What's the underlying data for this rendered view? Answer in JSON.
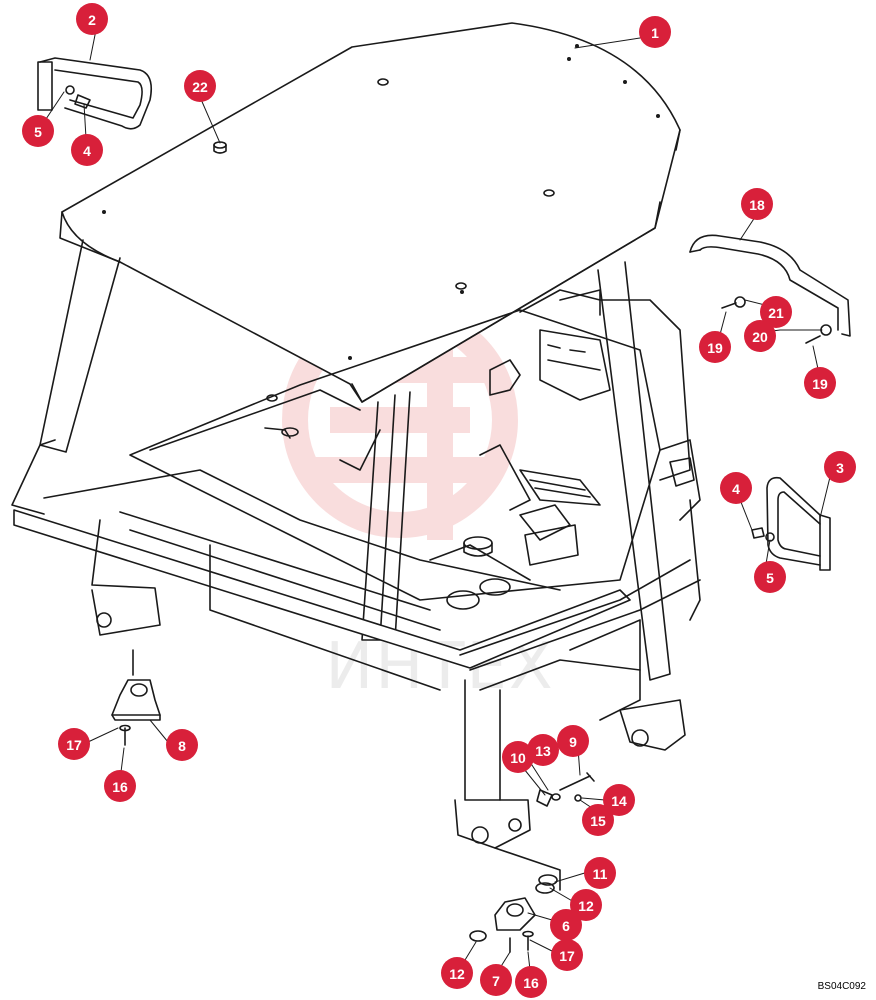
{
  "drawing": {
    "reference_code": "BS04C092",
    "watermark_text": "ИНТЕХ",
    "colors": {
      "callout": "#d8203a",
      "callout_text": "#ffffff",
      "line": "#1a1a1a",
      "watermark": "#e04848"
    }
  },
  "callouts": [
    {
      "number": "1",
      "part": "canopy-roof"
    },
    {
      "number": "2",
      "part": "grab-handle-top-left"
    },
    {
      "number": "3",
      "part": "grab-handle-right"
    },
    {
      "number": "4",
      "part": "bolt"
    },
    {
      "number": "5",
      "part": "washer"
    },
    {
      "number": "22",
      "part": "plug"
    },
    {
      "number": "18",
      "part": "grab-bar-rear"
    },
    {
      "number": "21",
      "part": "lock-washer"
    },
    {
      "number": "20",
      "part": "washer"
    },
    {
      "number": "19",
      "part": "bolt"
    },
    {
      "number": "19",
      "part": "bolt"
    },
    {
      "number": "4",
      "part": "bolt"
    },
    {
      "number": "5",
      "part": "washer"
    },
    {
      "number": "8",
      "part": "mount-bracket"
    },
    {
      "number": "17",
      "part": "washer"
    },
    {
      "number": "16",
      "part": "bolt"
    },
    {
      "number": "9",
      "part": "bolt"
    },
    {
      "number": "13",
      "part": "spacer"
    },
    {
      "number": "10",
      "part": "plate"
    },
    {
      "number": "14",
      "part": "washer"
    },
    {
      "number": "15",
      "part": "nut"
    },
    {
      "number": "11",
      "part": "isolator"
    },
    {
      "number": "12",
      "part": "isolator"
    },
    {
      "number": "6",
      "part": "mount-bracket"
    },
    {
      "number": "17",
      "part": "washer"
    },
    {
      "number": "12",
      "part": "isolator"
    },
    {
      "number": "7",
      "part": "bolt"
    },
    {
      "number": "16",
      "part": "bolt"
    }
  ]
}
